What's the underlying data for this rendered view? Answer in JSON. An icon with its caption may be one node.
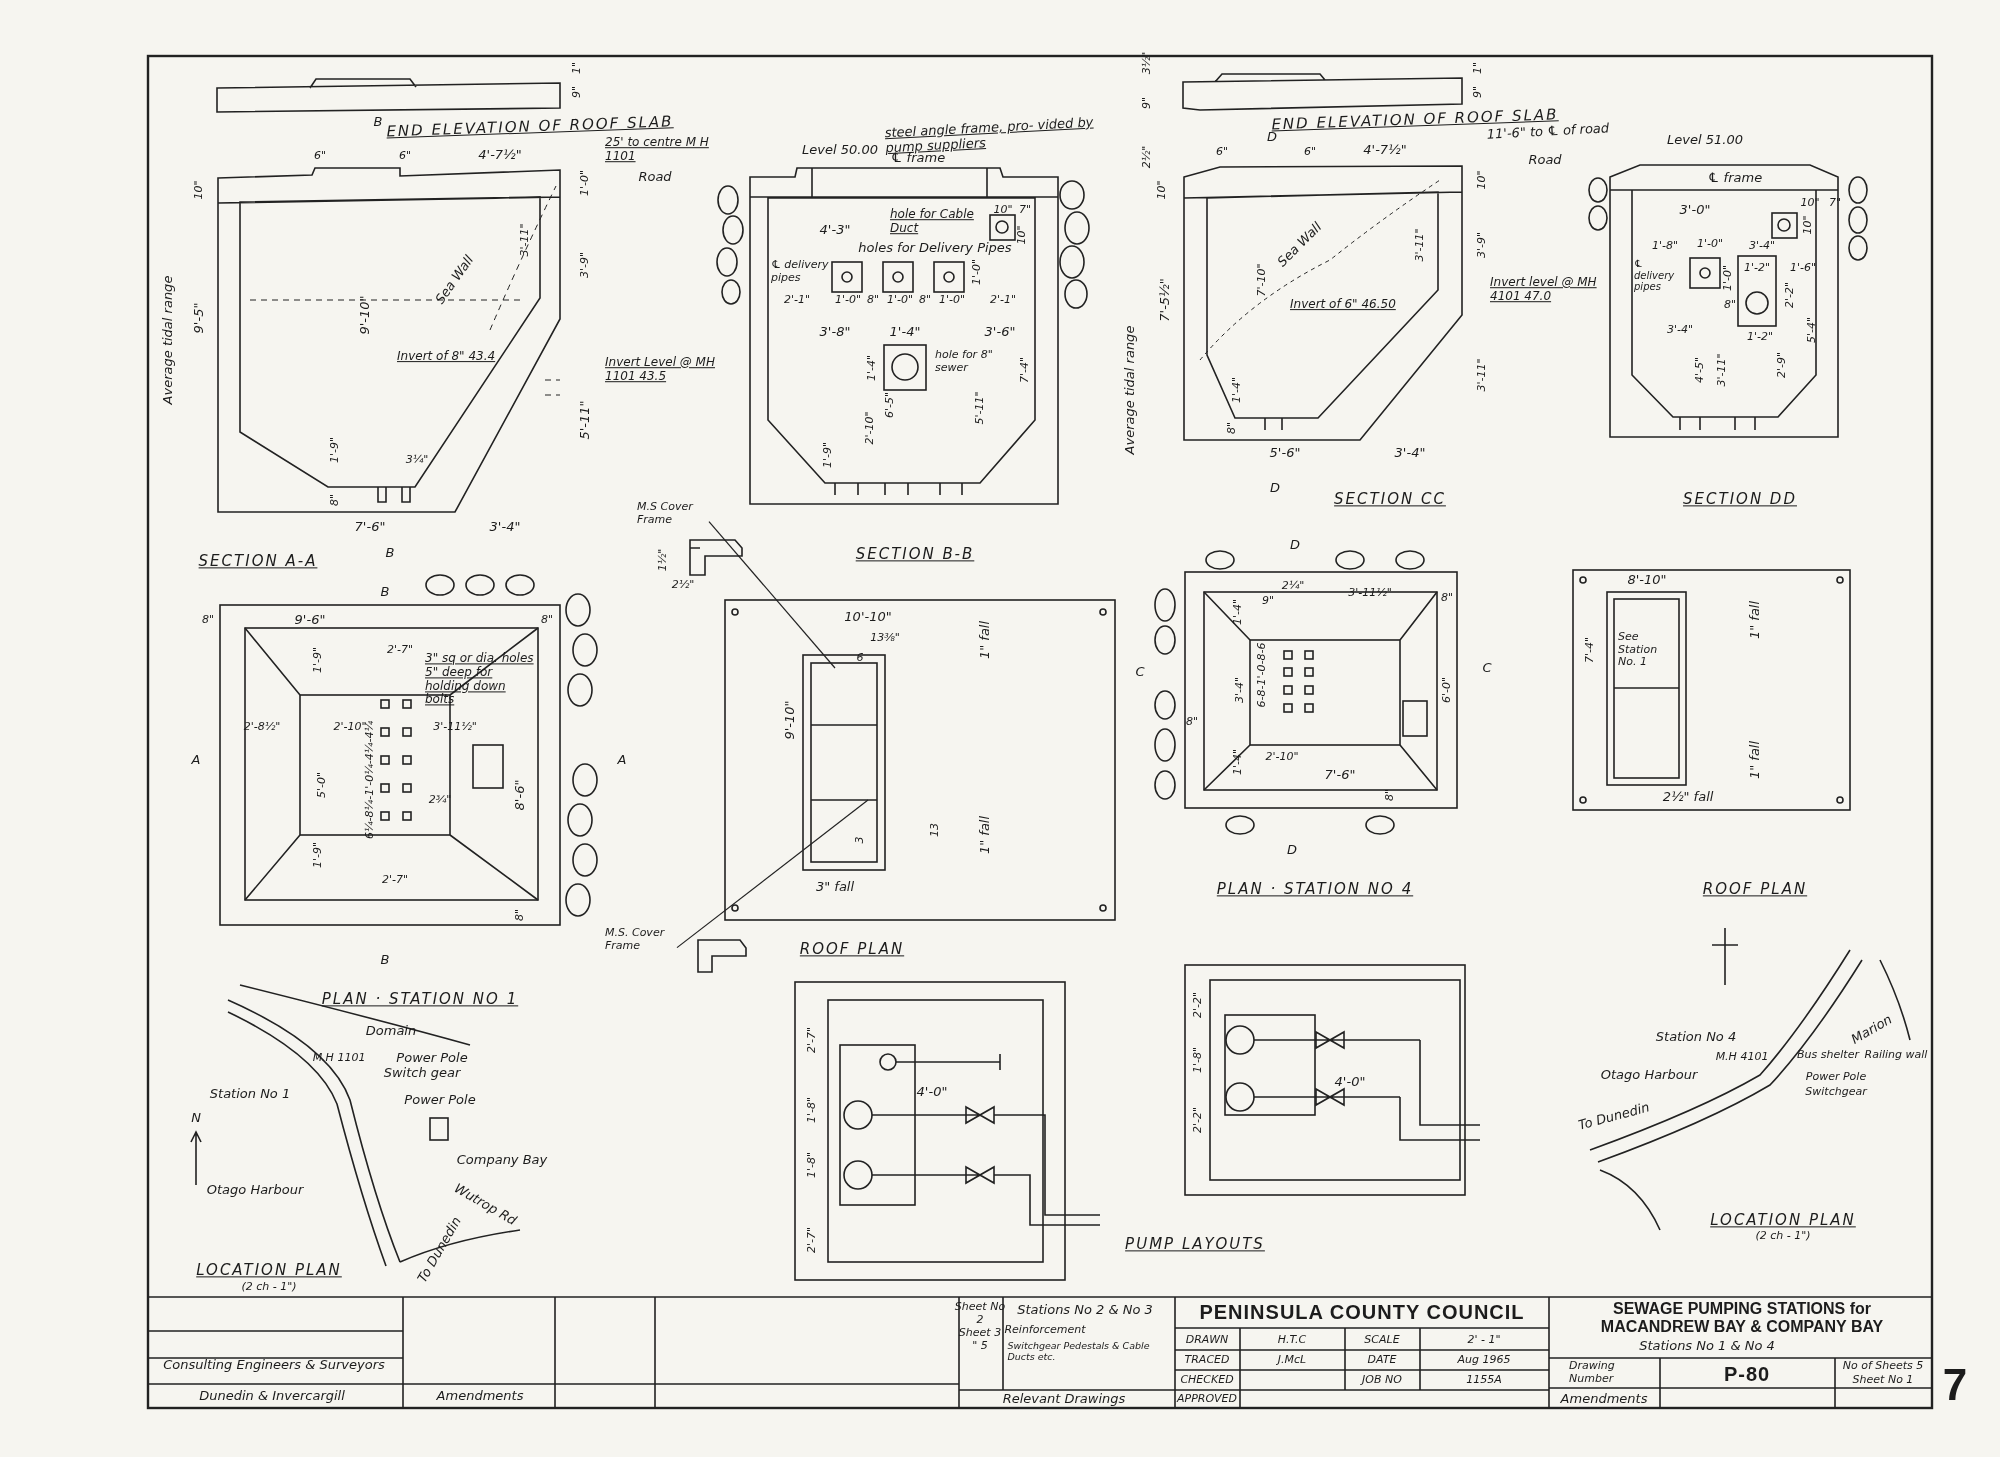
{
  "diagram": {
    "nodes": [
      {
        "text": [
          "M.S Cover Frame"
        ]
      },
      {
        "text": [
          "M.S. Cover Frame"
        ]
      }
    ],
    "edges": [
      {
        "from": 0,
        "to": null,
        "arrow": "none"
      },
      {
        "from": 1,
        "to": null,
        "arrow": "none"
      }
    ],
    "labels": [
      "1\"",
      "9\"",
      "B",
      "END ELEVATION OF ROOF SLAB",
      "6\"",
      "6\"",
      "4'-7½\"",
      "25' to centre M H 1101",
      "Road",
      "10\"",
      "1'-0\"",
      "3'-11\"",
      "3'-9\"",
      "9'-5\"",
      "Average tidal range",
      "9'-10\"",
      "Sea Wall",
      "Invert of 8\" 43.4",
      "Invert Level @ MH 1101 43.5",
      "5'-11\"",
      "1'-9\"",
      "3¼\"",
      "8\"",
      "7'-6\"",
      "3'-4\"",
      "B",
      "SECTION A-A",
      "1½\"",
      "2½\"",
      "steel angle frame, pro- vided by pump suppliers",
      "Level 50.00",
      "℄ frame",
      "hole for Cable Duct",
      "10\"",
      "7\"",
      "10\"",
      "4'-3\"",
      "holes for Delivery Pipes",
      "℄ delivery pipes",
      "1'-0\"",
      "2'-1\"",
      "1'-0\"",
      "8\"",
      "1'-0\"",
      "8\"",
      "1'-0\"",
      "2'-1\"",
      "3'-8\"",
      "1'-4\"",
      "3'-6\"",
      "1'-4\"",
      "hole for 8\" sewer",
      "7'-4\"",
      "6'-5\"",
      "5'-11\"",
      "2'-10\"",
      "1'-9\"",
      "SECTION B-B",
      "3½\"",
      "9\"",
      "2½\"",
      "10\"",
      "7'-5½\"",
      "Average tidal range",
      "1\"",
      "9\"",
      "END ELEVATION OF ROOF SLAB",
      "D",
      "6\"",
      "6\"",
      "4'-7½\"",
      "11'-6\" to ℄ of road",
      "Road",
      "10\"",
      "Sea Wall",
      "3'-11\"",
      "3'-9\"",
      "7'-10\"",
      "Invert level @ MH 4101 47.0",
      "Invert of 6\" 46.50",
      "3'-11\"",
      "1'-4\"",
      "8\"",
      "5'-6\"",
      "3'-4\"",
      "D",
      "SECTION CC",
      "Level 51.00",
      "℄ frame",
      "3'-0\"",
      "10\"",
      "7\"",
      "10\"",
      "1'-8\"",
      "1'-0\"",
      "3'-4\"",
      "℄ delivery pipes",
      "1'-0\"",
      "1'-2\"",
      "1'-6\"",
      "2'-2\"",
      "8\"",
      "3'-4\"",
      "1'-2\"",
      "5'-4\"",
      "4'-5\"",
      "3'-11\"",
      "2'-9\"",
      "SECTION DD",
      "B",
      "8\"",
      "9'-6\"",
      "8\"",
      "1'-9\"",
      "2'-7\"",
      "3\" sq or dia. holes 5\" deep for holding down bolts",
      "2'-8½\"",
      "2'-10\"",
      "3'-11½\"",
      "A",
      "A",
      "5'-0\"",
      "6¼-8¼-1'-0¼-4¼-4¼",
      "2¾\"",
      "8'-6\"",
      "1'-9\"",
      "2'-7\"",
      "8\"",
      "B",
      "PLAN · STATION NO 1",
      "10'-10\"",
      "13⅜\"",
      "6",
      "9'-10\"",
      "1\" fall",
      "1\" fall",
      "3",
      "13",
      "3\" fall",
      "ROOF PLAN",
      "D",
      "1'-4\"",
      "9\"",
      "2¼\"",
      "3'-11½\"",
      "8\"",
      "C",
      "C",
      "8\"",
      "3'-4\"",
      "6-8-1'-0-8-6",
      "6'-0\"",
      "1'-4\"",
      "2'-10\"",
      "7'-6\"",
      "8\"",
      "D",
      "PLAN · STATION NO 4",
      "8'-10\"",
      "7'-4\"",
      "See Station No. 1",
      "1\" fall",
      "1\" fall",
      "2½\" fall",
      "ROOF PLAN",
      "Domain",
      "M.H 1101",
      "Power Pole",
      "Switch gear",
      "Station No 1",
      "Power Pole",
      "N",
      "Company Bay",
      "Otago Harbour",
      "Wutrop Rd",
      "To Dunedin",
      "LOCATION PLAN",
      "(2 ch - 1\")",
      "2'-7\"",
      "4'-0\"",
      "1'-8\"",
      "1'-8\"",
      "2'-7\"",
      "2'-2\"",
      "1'-8\"",
      "2'-2\"",
      "4'-0\"",
      "PUMP LAYOUTS",
      "Marion",
      "Station No 4",
      "M.H 4101",
      "Bus shelter",
      "Railing wall",
      "Otago Harbour",
      "Power Pole",
      "Switchgear",
      "To Dunedin",
      "LOCATION PLAN",
      "(2 ch - 1\")",
      "Consulting Engineers & Surveyors",
      "Dunedin & Invercargill",
      "Amendments",
      "Sheet No",
      "2",
      "Sheet 3",
      "\" 5",
      "Stations No 2 & No 3",
      "Reinforcement",
      "Switchgear Pedestals & Cable Ducts etc.",
      "Relevant Drawings",
      "PENINSULA COUNTY COUNCIL",
      "DRAWN",
      "H.T.C",
      "SCALE",
      "2' - 1\"",
      "TRACED",
      "J.McL",
      "DATE",
      "Aug 1965",
      "CHECKED",
      "JOB NO",
      "1155A",
      "APPROVED",
      "SEWAGE PUMPING STATIONS for MACANDREW BAY & COMPANY BAY",
      "Stations No 1 & No 4",
      "Drawing Number",
      "P-80",
      "No of Sheets 5",
      "Sheet No 1",
      "Amendments",
      "7"
    ]
  }
}
